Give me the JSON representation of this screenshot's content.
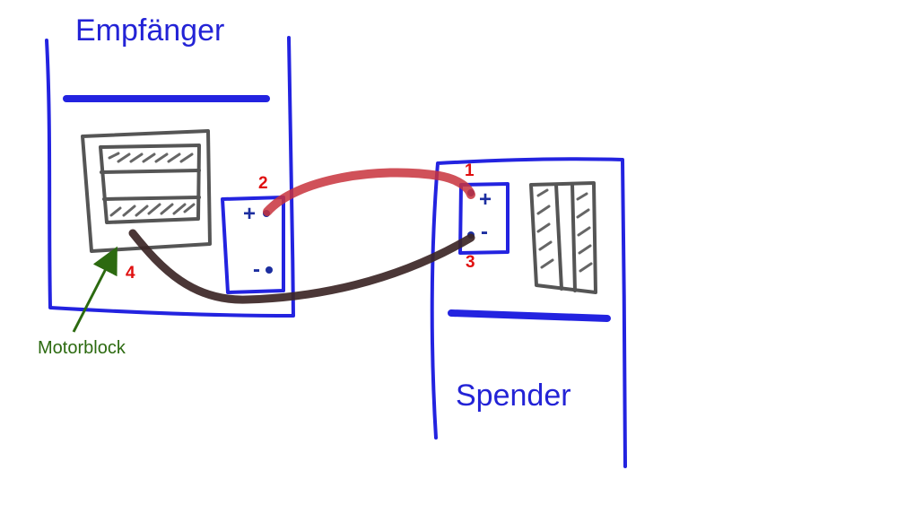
{
  "diagram": {
    "receiver": {
      "title": "Empfänger",
      "plus_label": "+",
      "minus_label": "-",
      "terminal_plus_number": "2",
      "terminal_minus_number": "4"
    },
    "donor": {
      "title": "Spender",
      "plus_label": "+",
      "minus_label": "-",
      "terminal_plus_number": "1",
      "terminal_minus_number": "3"
    },
    "engine_block_label": "Motorblock",
    "colors": {
      "outline": "#2323e0",
      "title": "#2323d6",
      "positive_cable": "#c8323c",
      "negative_cable": "#3c2626",
      "terminal_number": "#e01010",
      "annotation": "#2c6a10",
      "battery": "#555555"
    }
  }
}
